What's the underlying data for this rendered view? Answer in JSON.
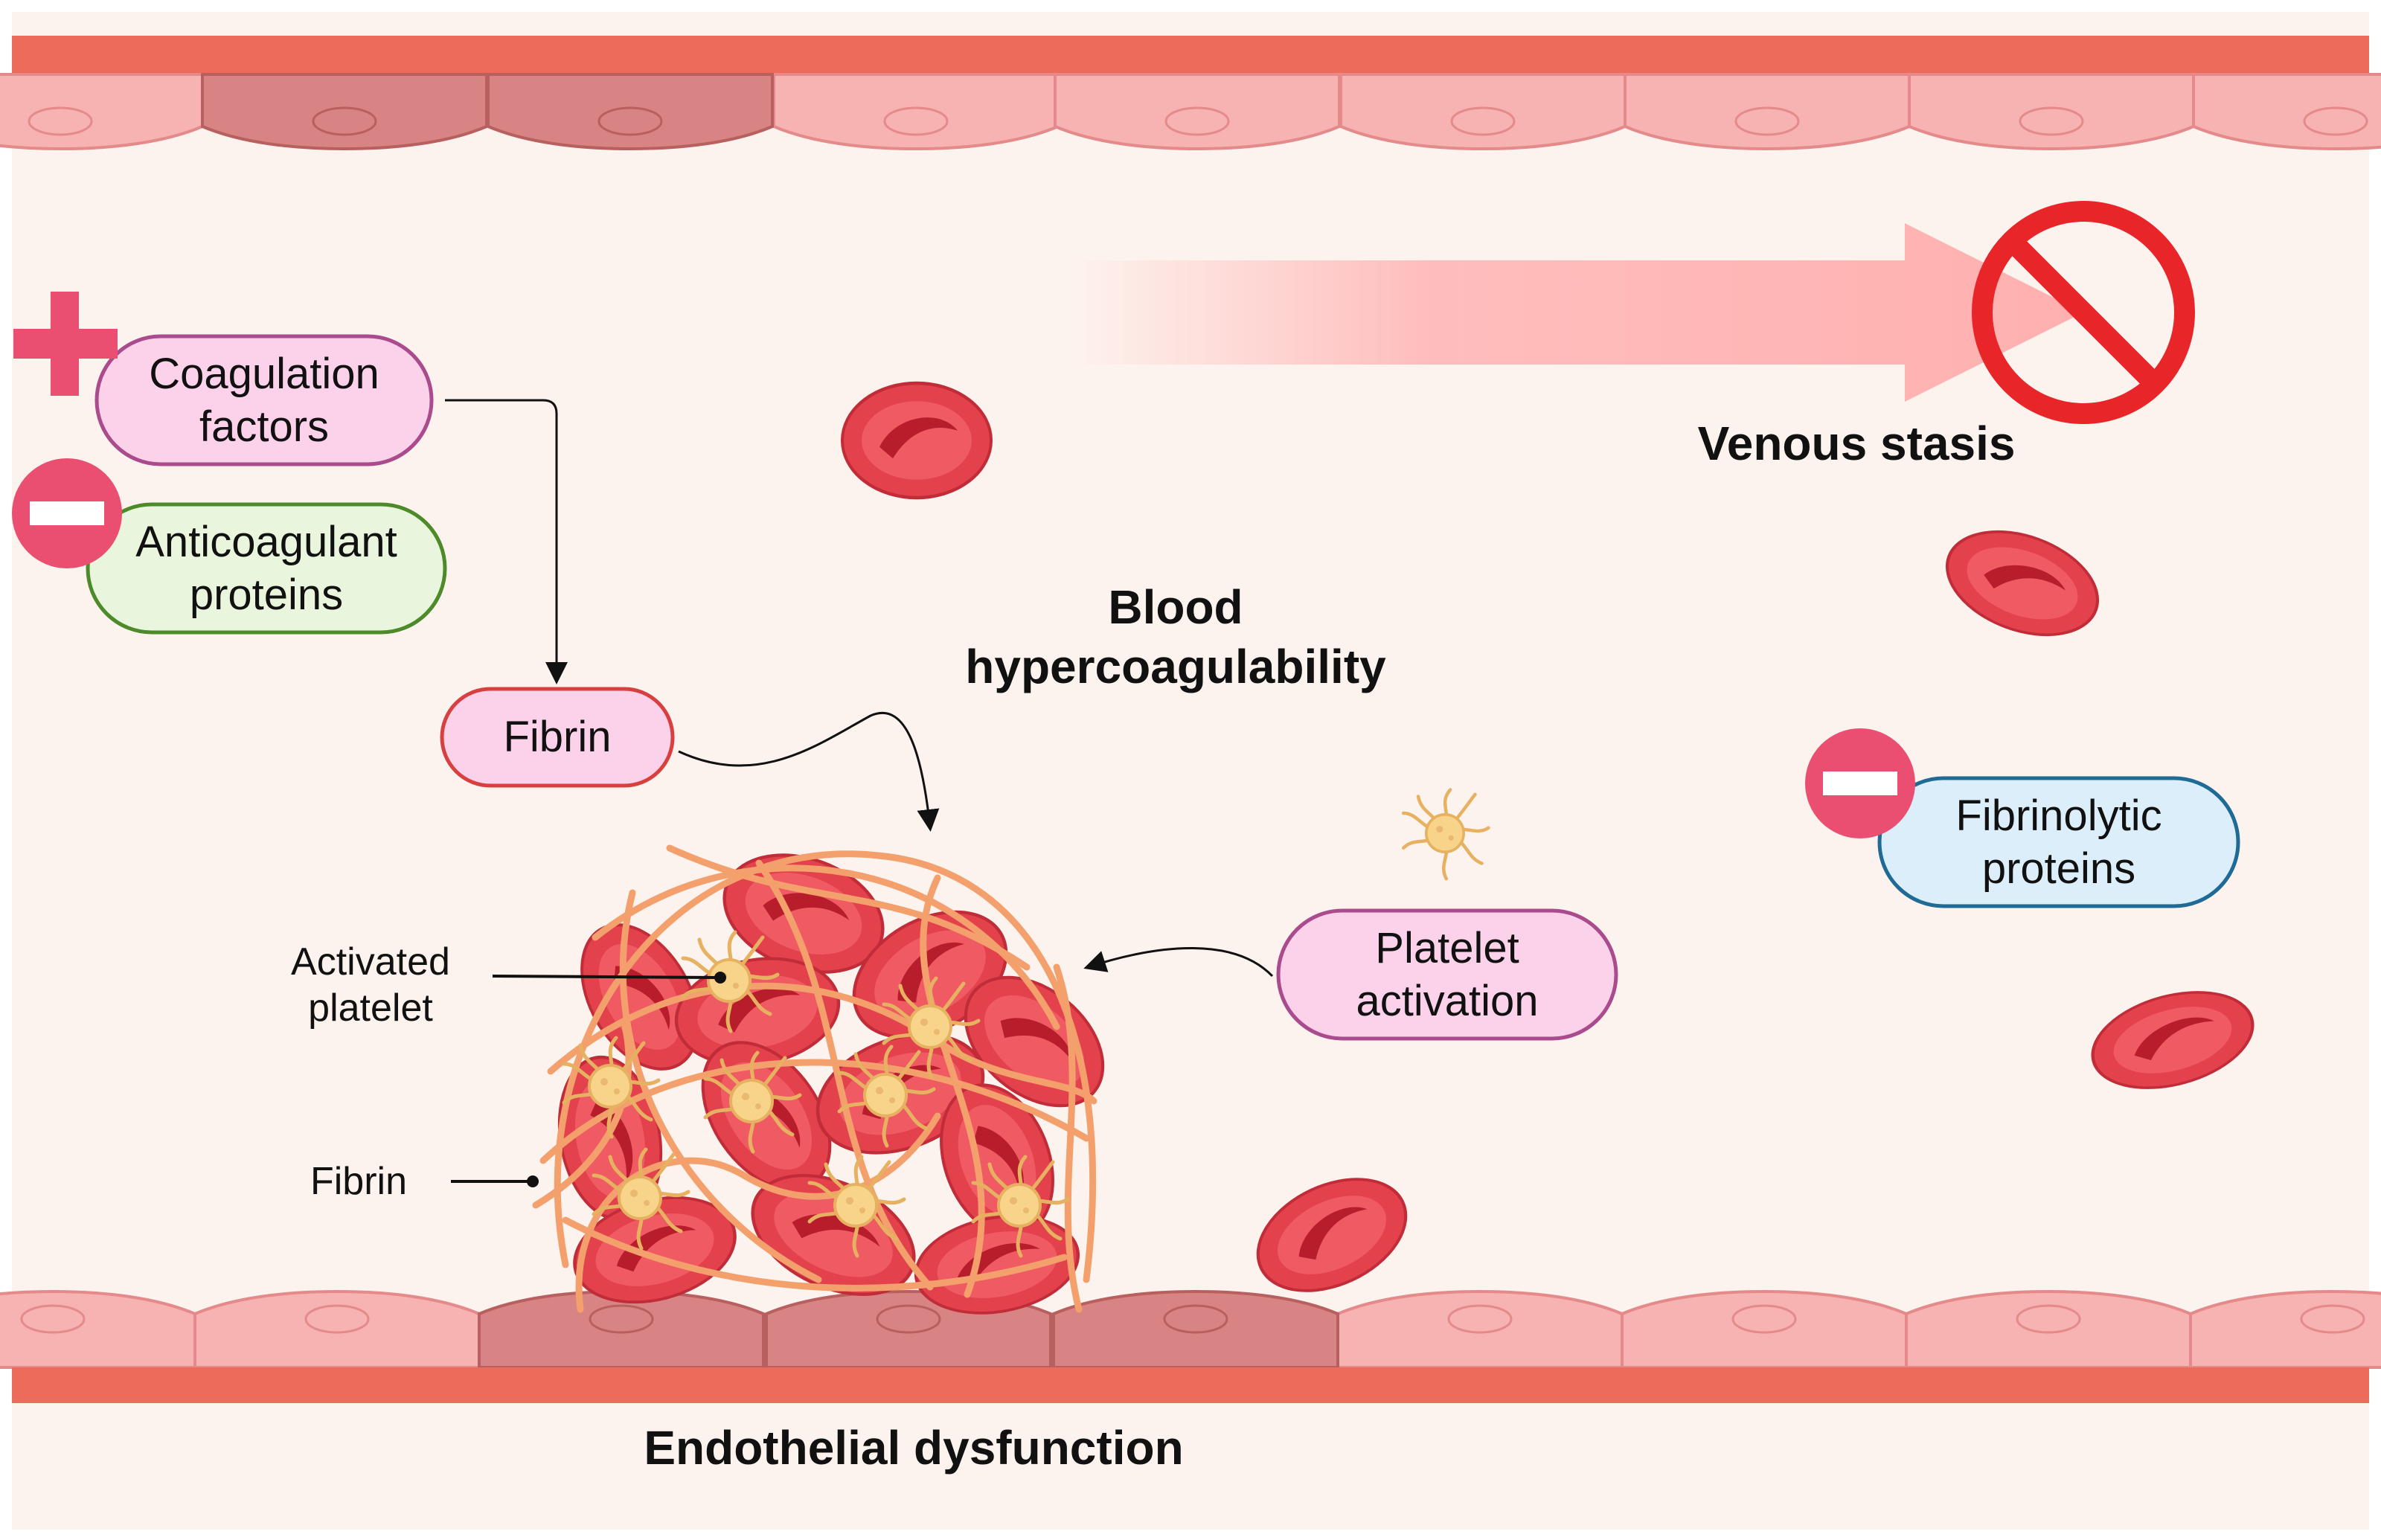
{
  "labels": {
    "coagulation_factors": [
      "Coagulation",
      "factors"
    ],
    "anticoagulant_proteins": [
      "Anticoagulant",
      "proteins"
    ],
    "fibrin_box": "Fibrin",
    "blood_hypercoagulability": [
      "Blood",
      "hypercoagulability"
    ],
    "venous_stasis": "Venous stasis",
    "fibrinolytic_proteins": [
      "Fibrinolytic",
      "proteins"
    ],
    "platelet_activation": [
      "Platelet",
      "activation"
    ],
    "activated_platelet": [
      "Activated",
      "platelet"
    ],
    "fibrin_callout": "Fibrin",
    "endothelial_dysfunction": "Endothelial dysfunction"
  },
  "colors": {
    "background": "#fdf3ee",
    "vessel_wall": "#ec6b5b",
    "endothelial_cell": "#f7b2b2",
    "dysfunctional_cell": "#d98484",
    "red_blood_cell": "#e3414c",
    "fibrin_strand": "#f3a06c",
    "platelet": "#f7d48a",
    "pill_pink_fill": "#fbd2ea",
    "pill_purple_border": "#a94b8c",
    "pill_red_border": "#d84040",
    "pill_green_fill": "#e9f6dd",
    "pill_green_border": "#4c8a2a",
    "pill_blue_fill": "#dbeefa",
    "pill_blue_border": "#1f6b95",
    "plus_minus": "#ea4f72",
    "no_sign": "#e8262a"
  },
  "icons": [
    "plus-icon",
    "minus-icon",
    "no-entry-icon",
    "flow-arrow-icon",
    "red-blood-cell-icon",
    "platelet-icon"
  ]
}
